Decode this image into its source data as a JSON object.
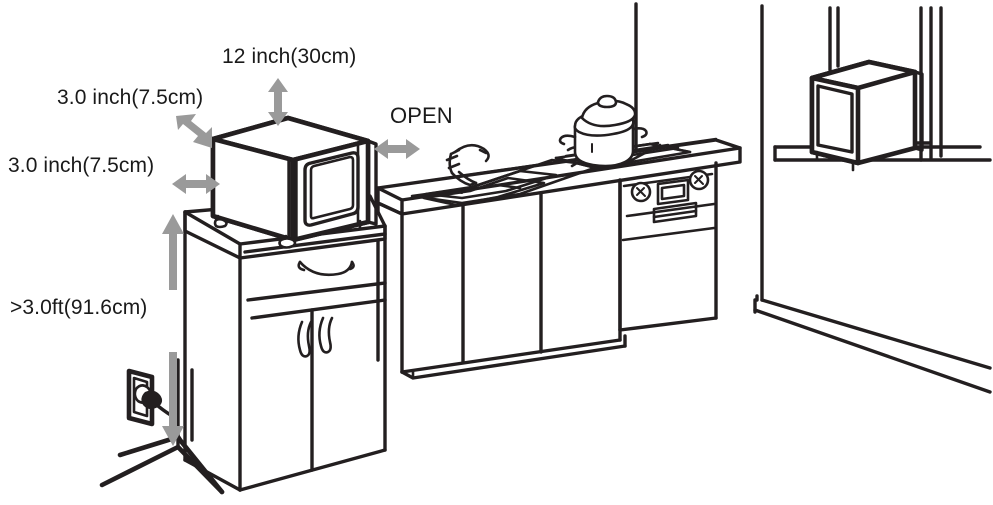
{
  "diagram": {
    "title": "Microwave oven installation clearance diagram",
    "type": "line-illustration",
    "labels": {
      "top_clearance": "12 inch(30cm)",
      "upper_left_clearance": "3.0 inch(7.5cm)",
      "left_clearance": "3.0 inch(7.5cm)",
      "door_open": "OPEN",
      "floor_height": ">3.0ft(91.6cm)"
    },
    "colors": {
      "ink": "#1a1a1a",
      "outline": "#231f20",
      "arrow": "#9a9a9a",
      "background": "#ffffff"
    },
    "arrows": [
      {
        "name": "top-clearance-arrow",
        "direction": "vertical",
        "measure": "12 inch(30cm)"
      },
      {
        "name": "upper-left-clearance-arrow",
        "direction": "diagonal",
        "measure": "3.0 inch(7.5cm)"
      },
      {
        "name": "left-clearance-arrow",
        "direction": "horizontal",
        "measure": "3.0 inch(7.5cm)"
      },
      {
        "name": "door-open-arrow",
        "direction": "horizontal",
        "measure": "OPEN"
      },
      {
        "name": "floor-height-arrow",
        "direction": "vertical",
        "measure": ">3.0ft(91.6cm)"
      }
    ],
    "objects": [
      "microwave-oven-foreground",
      "microwave-oven-background",
      "base-cabinet",
      "kitchen-counter",
      "sink",
      "faucet",
      "stove-grate",
      "cooking-pot",
      "oven-front",
      "wall-outlet",
      "power-plug",
      "room-walls",
      "floor-baseboard"
    ]
  }
}
